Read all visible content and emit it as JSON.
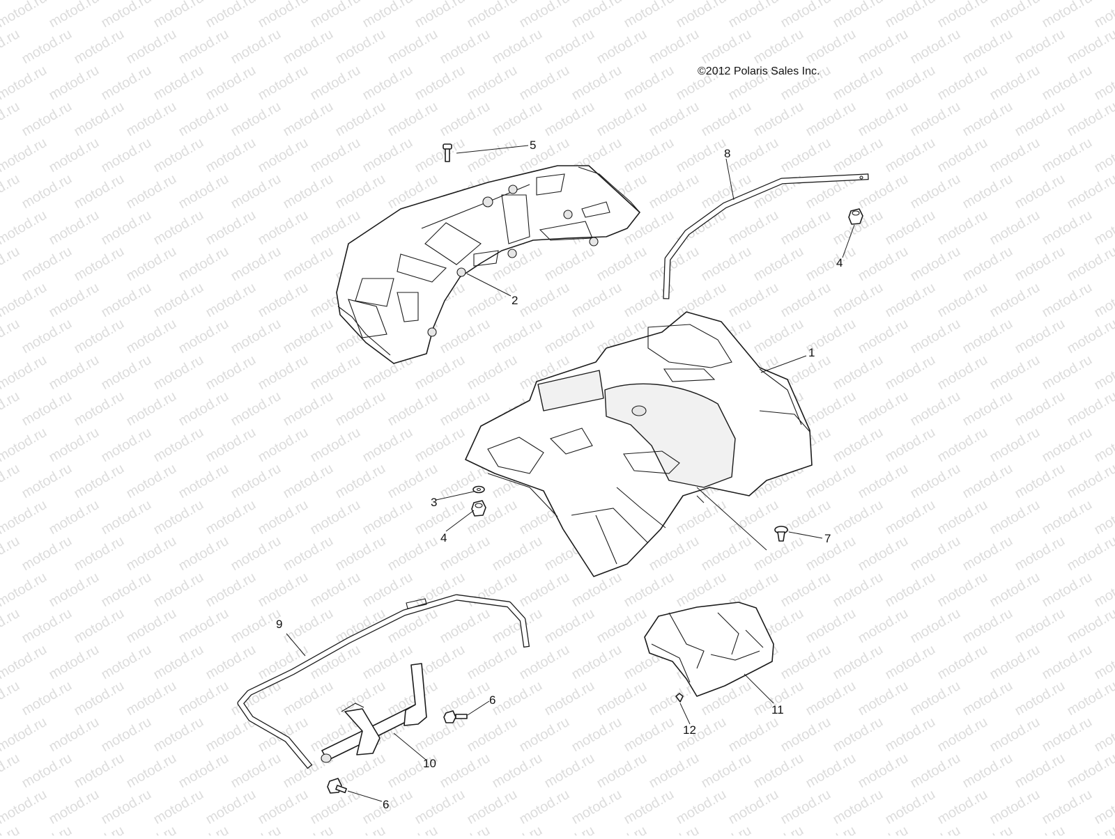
{
  "copyright": "©2012 Polaris Sales Inc.",
  "watermark": "motod.ru",
  "callouts": [
    "1",
    "2",
    "3",
    "4",
    "4",
    "5",
    "6",
    "6",
    "7",
    "8",
    "9",
    "10",
    "11",
    "12"
  ]
}
